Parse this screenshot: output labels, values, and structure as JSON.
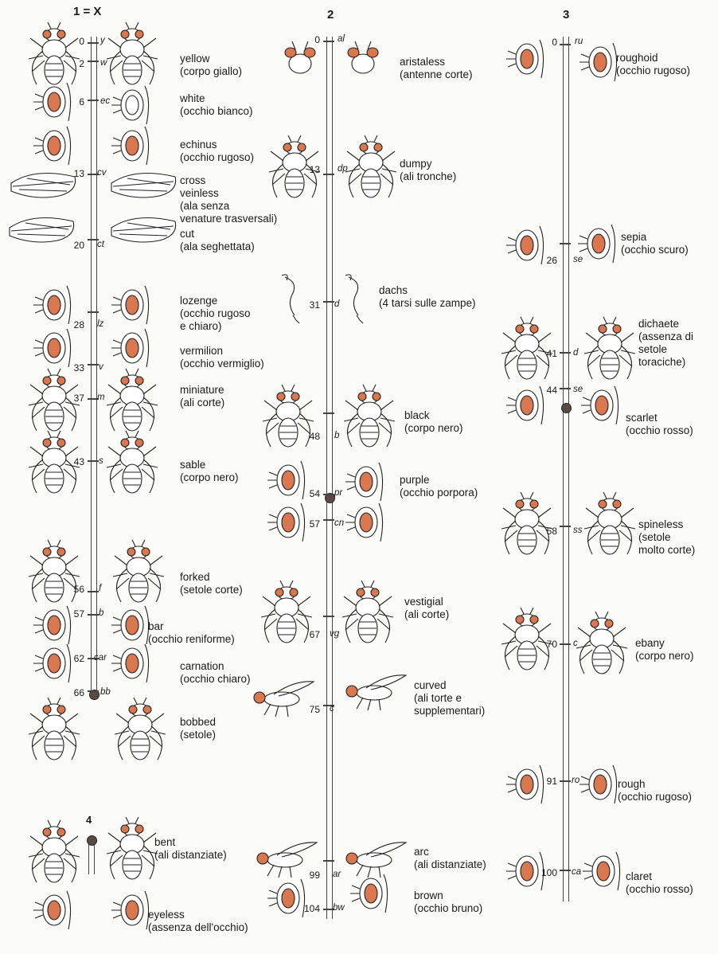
{
  "chromosomes": [
    {
      "id": "c1",
      "label": "1 = X"
    },
    {
      "id": "c2",
      "label": "2"
    },
    {
      "id": "c3",
      "label": "3"
    },
    {
      "id": "c4",
      "label": "4"
    }
  ],
  "loci": [
    {
      "chrom": "c1",
      "pos": "0",
      "sym": "y",
      "name": "yellow",
      "desc": "(corpo giallo)",
      "fig": "fly"
    },
    {
      "chrom": "c1",
      "pos": "2",
      "sym": "w",
      "name": "white",
      "desc": "(occhio bianco)",
      "fig": "eye"
    },
    {
      "chrom": "c1",
      "pos": "6",
      "sym": "ec",
      "name": "echinus",
      "desc": "(occhio rugoso)",
      "fig": "eye"
    },
    {
      "chrom": "c1",
      "pos": "13",
      "sym": "cv",
      "name": "cross",
      "desc": "veinless",
      "desc2": "(ala senza",
      "desc3": "venature trasversali)",
      "fig": "wing"
    },
    {
      "chrom": "c1",
      "pos": "20",
      "sym": "ct",
      "name": "cut",
      "desc": "(ala seghettata)",
      "fig": "wing"
    },
    {
      "chrom": "c1",
      "pos": "28",
      "sym": "lz",
      "name": "lozenge",
      "desc": "(occhio rugoso",
      "desc2": "e chiaro)",
      "fig": "eye"
    },
    {
      "chrom": "c1",
      "pos": "33",
      "sym": "v",
      "name": "vermilion",
      "desc": "(occhio vermiglio)",
      "fig": "eye"
    },
    {
      "chrom": "c1",
      "pos": "37",
      "sym": "m",
      "name": "miniature",
      "desc": "(ali corte)",
      "fig": "fly"
    },
    {
      "chrom": "c1",
      "pos": "43",
      "sym": "s",
      "name": "sable",
      "desc": "(corpo nero)",
      "fig": "fly"
    },
    {
      "chrom": "c1",
      "pos": "56",
      "sym": "f",
      "name": "forked",
      "desc": "(setole corte)",
      "fig": "fly"
    },
    {
      "chrom": "c1",
      "pos": "57",
      "sym": "b",
      "name": "bar",
      "desc": "(occhio reniforme)",
      "fig": "eye"
    },
    {
      "chrom": "c1",
      "pos": "62",
      "sym": "car",
      "name": "carnation",
      "desc": "(occhio chiaro)",
      "fig": "eye"
    },
    {
      "chrom": "c1",
      "pos": "66",
      "sym": "bb",
      "name": "bobbed",
      "desc": "(setole)",
      "fig": "fly"
    },
    {
      "chrom": "c2",
      "pos": "0",
      "sym": "al",
      "name": "aristaless",
      "desc": "(antenne corte)",
      "fig": "head"
    },
    {
      "chrom": "c2",
      "pos": "13",
      "sym": "dp",
      "name": "dumpy",
      "desc": "(ali tronche)",
      "fig": "fly"
    },
    {
      "chrom": "c2",
      "pos": "31",
      "sym": "d",
      "name": "dachs",
      "desc": "(4 tarsi sulle zampe)",
      "fig": "leg"
    },
    {
      "chrom": "c2",
      "pos": "48",
      "sym": "b",
      "name": "black",
      "desc": "(corpo nero)",
      "fig": "fly"
    },
    {
      "chrom": "c2",
      "pos": "54",
      "sym": "pr",
      "name": "purple",
      "desc": "(occhio porpora)",
      "fig": "eye"
    },
    {
      "chrom": "c2",
      "pos": "57",
      "sym": "cn",
      "name": "",
      "desc": "",
      "fig": "eye"
    },
    {
      "chrom": "c2",
      "pos": "67",
      "sym": "vg",
      "name": "vestigial",
      "desc": "(ali corte)",
      "fig": "fly"
    },
    {
      "chrom": "c2",
      "pos": "75",
      "sym": "c",
      "name": "curved",
      "desc": "(ali torte e",
      "desc2": "supplementari)",
      "fig": "side"
    },
    {
      "chrom": "c2",
      "pos": "99",
      "sym": "ar",
      "name": "arc",
      "desc": "(ali distanziate)",
      "fig": "side"
    },
    {
      "chrom": "c2",
      "pos": "104",
      "sym": "bw",
      "name": "brown",
      "desc": "(occhio bruno)",
      "fig": "eye"
    },
    {
      "chrom": "c3",
      "pos": "0",
      "sym": "ru",
      "name": "roughoid",
      "desc": "(occhio rugoso)",
      "fig": "eye"
    },
    {
      "chrom": "c3",
      "pos": "26",
      "sym": "se",
      "name": "sepia",
      "desc": "(occhio scuro)",
      "fig": "eye"
    },
    {
      "chrom": "c3",
      "pos": "41",
      "sym": "d",
      "name": "dichaete",
      "desc": "(assenza di",
      "desc2": "setole",
      "desc3": "toraciche)",
      "fig": "fly"
    },
    {
      "chrom": "c3",
      "pos": "44",
      "sym": "se",
      "name": "scarlet",
      "desc": "(occhio rosso)",
      "fig": "eye"
    },
    {
      "chrom": "c3",
      "pos": "58",
      "sym": "ss",
      "name": "spineless",
      "desc": "(setole",
      "desc2": "molto corte)",
      "fig": "fly"
    },
    {
      "chrom": "c3",
      "pos": "70",
      "sym": "c",
      "name": "ebany",
      "desc": "(corpo nero)",
      "fig": "fly"
    },
    {
      "chrom": "c3",
      "pos": "91",
      "sym": "ro",
      "name": "rough",
      "desc": "(occhio rugoso)",
      "fig": "eye"
    },
    {
      "chrom": "c3",
      "pos": "100",
      "sym": "ca",
      "name": "claret",
      "desc": "(occhio rosso)",
      "fig": "eye"
    },
    {
      "chrom": "c4",
      "pos": "",
      "sym": "",
      "name": "bent",
      "desc": "(ali distanziate)",
      "fig": "fly"
    },
    {
      "chrom": "c4",
      "pos": "",
      "sym": "",
      "name": "eyeless",
      "desc": "(assenza dell'occhio)",
      "fig": "eye"
    }
  ],
  "colors": {
    "eye": "#d9774f",
    "line": "#444444",
    "ink": "#1a1a1a"
  }
}
